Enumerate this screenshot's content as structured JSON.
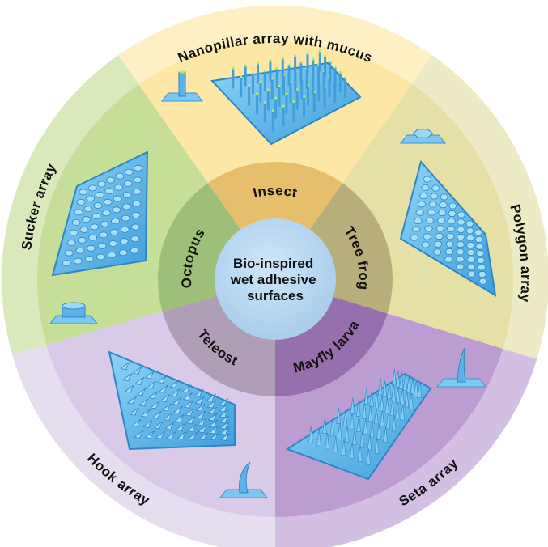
{
  "center": {
    "lines": [
      "Bio-inspired",
      "wet adhesive",
      "surfaces"
    ],
    "color": "#b9d8f1"
  },
  "sectors": [
    {
      "organism": "Insect",
      "surface": "Nanopillar array with mucus",
      "outer_color": "#fde7a6",
      "ring_color": "#e6be6c",
      "pattern": "pillars"
    },
    {
      "organism": "Tree frog",
      "surface": "Polygon array",
      "outer_color": "#e4e0a6",
      "ring_color": "#b6af7c",
      "pattern": "hexagons"
    },
    {
      "organism": "Mayfly larva",
      "surface": "Seta array",
      "outer_color": "#bb9dd2",
      "ring_color": "#9670ae",
      "pattern": "setae"
    },
    {
      "organism": "Teleost",
      "surface": "Hook array",
      "outer_color": "#d9cbe7",
      "ring_color": "#ae9fb6",
      "pattern": "hooks"
    },
    {
      "organism": "Octopus",
      "surface": "Sucker array",
      "outer_color": "#c7de98",
      "ring_color": "#9ebf78",
      "pattern": "suckers"
    }
  ],
  "structure_color": "#5ab4e8"
}
